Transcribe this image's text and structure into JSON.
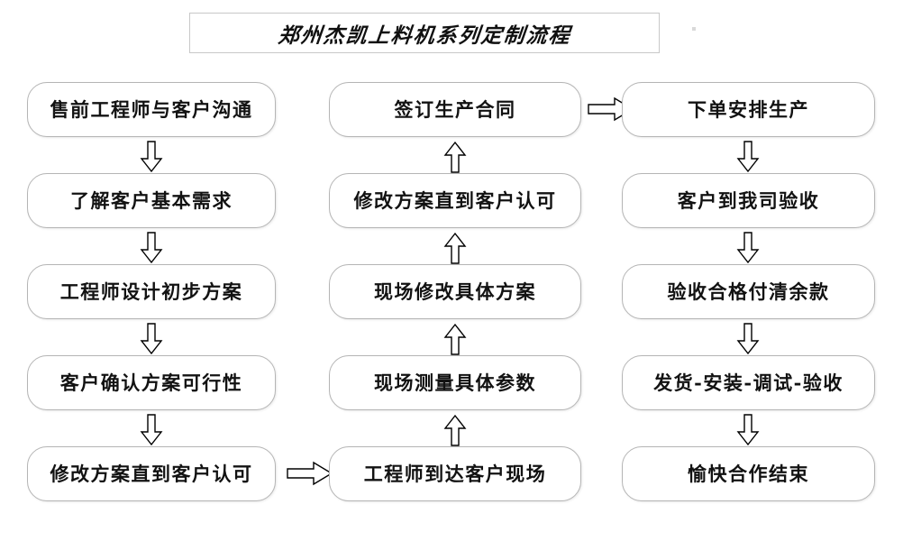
{
  "title": {
    "text": "郑州杰凯上料机系列定制流程"
  },
  "colors": {
    "box_border": "#b5b5b5",
    "title_border": "#c8c8c8",
    "text": "#121212",
    "arrow_stroke": "#000000",
    "background": "#ffffff"
  },
  "columns": [
    {
      "id": "column-left",
      "direction": "down",
      "nodes": [
        {
          "label": "售前工程师与客户沟通"
        },
        {
          "label": "了解客户基本需求"
        },
        {
          "label": "工程师设计初步方案"
        },
        {
          "label": "客户确认方案可行性"
        },
        {
          "label": "修改方案直到客户认可"
        }
      ]
    },
    {
      "id": "column-middle",
      "direction": "up",
      "nodes": [
        {
          "label": "签订生产合同"
        },
        {
          "label": "修改方案直到客户认可"
        },
        {
          "label": "现场修改具体方案"
        },
        {
          "label": "现场测量具体参数"
        },
        {
          "label": "工程师到达客户现场"
        }
      ]
    },
    {
      "id": "column-right",
      "direction": "down",
      "nodes": [
        {
          "label": "下单安排生产"
        },
        {
          "label": "客户到我司验收"
        },
        {
          "label": "验收合格付清余款"
        },
        {
          "label": "发货-安装-调试-验收"
        },
        {
          "label": "愉快合作结束"
        }
      ]
    }
  ],
  "connectors": {
    "left_to_middle": "arrow-right",
    "middle_to_right": "arrow-right",
    "left_internal": "arrow-down",
    "middle_internal": "arrow-up",
    "right_internal": "arrow-down"
  }
}
